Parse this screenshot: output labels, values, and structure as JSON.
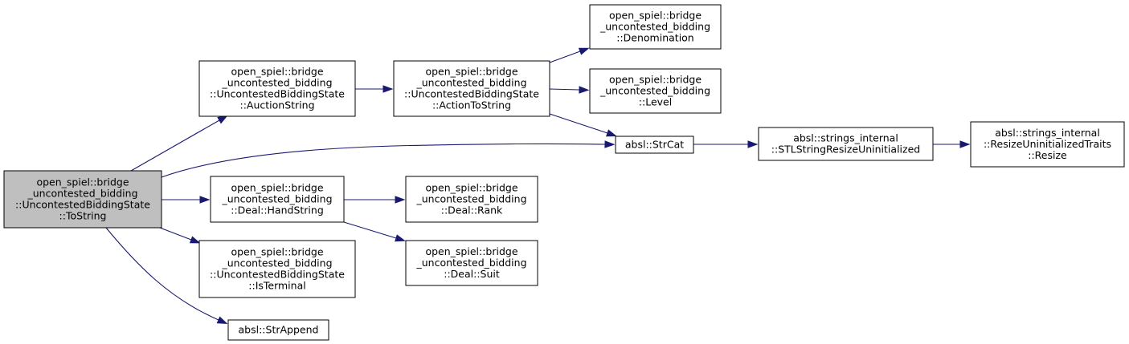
{
  "colors": {
    "edge": "#191970",
    "node_fill": "#ffffff",
    "focus_fill": "#bfbfbf",
    "border": "#000000"
  },
  "nodes": [
    {
      "id": "tostring",
      "focus": true,
      "lines": [
        "open_spiel::bridge",
        "_uncontested_bidding",
        "::UncontestedBiddingState",
        "::ToString"
      ]
    },
    {
      "id": "auctionstring",
      "lines": [
        "open_spiel::bridge",
        "_uncontested_bidding",
        "::UncontestedBiddingState",
        "::AuctionString"
      ]
    },
    {
      "id": "actiontostring",
      "lines": [
        "open_spiel::bridge",
        "_uncontested_bidding",
        "::UncontestedBiddingState",
        "::ActionToString"
      ]
    },
    {
      "id": "denomination",
      "lines": [
        "open_spiel::bridge",
        "_uncontested_bidding",
        "::Denomination"
      ]
    },
    {
      "id": "level",
      "lines": [
        "open_spiel::bridge",
        "_uncontested_bidding",
        "::Level"
      ]
    },
    {
      "id": "strcat",
      "lines": [
        "absl::StrCat"
      ]
    },
    {
      "id": "stlresize",
      "lines": [
        "absl::strings_internal",
        "::STLStringResizeUninitialized"
      ]
    },
    {
      "id": "traitsresize",
      "lines": [
        "absl::strings_internal",
        "::ResizeUninitializedTraits",
        "::Resize"
      ]
    },
    {
      "id": "handstring",
      "lines": [
        "open_spiel::bridge",
        "_uncontested_bidding",
        "::Deal::HandString"
      ]
    },
    {
      "id": "rank",
      "lines": [
        "open_spiel::bridge",
        "_uncontested_bidding",
        "::Deal::Rank"
      ]
    },
    {
      "id": "suit",
      "lines": [
        "open_spiel::bridge",
        "_uncontested_bidding",
        "::Deal::Suit"
      ]
    },
    {
      "id": "isterminal",
      "lines": [
        "open_spiel::bridge",
        "_uncontested_bidding",
        "::UncontestedBiddingState",
        "::IsTerminal"
      ]
    },
    {
      "id": "strappend",
      "lines": [
        "absl::StrAppend"
      ]
    }
  ],
  "edges": [
    {
      "from": "tostring",
      "to": "auctionstring"
    },
    {
      "from": "tostring",
      "to": "strcat"
    },
    {
      "from": "tostring",
      "to": "handstring"
    },
    {
      "from": "tostring",
      "to": "isterminal"
    },
    {
      "from": "tostring",
      "to": "strappend"
    },
    {
      "from": "auctionstring",
      "to": "actiontostring"
    },
    {
      "from": "actiontostring",
      "to": "denomination"
    },
    {
      "from": "actiontostring",
      "to": "level"
    },
    {
      "from": "actiontostring",
      "to": "strcat"
    },
    {
      "from": "strcat",
      "to": "stlresize"
    },
    {
      "from": "stlresize",
      "to": "traitsresize"
    },
    {
      "from": "handstring",
      "to": "rank"
    },
    {
      "from": "handstring",
      "to": "suit"
    }
  ]
}
